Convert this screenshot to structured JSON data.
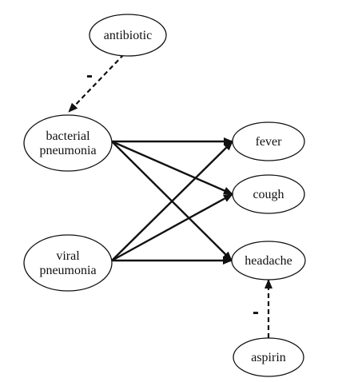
{
  "diagram": {
    "nodes": {
      "antibiotic": {
        "lines": [
          "antibiotic"
        ]
      },
      "bacterial_pneumonia": {
        "lines": [
          "bacterial",
          "pneumonia"
        ]
      },
      "viral_pneumonia": {
        "lines": [
          "viral",
          "pneumonia"
        ]
      },
      "fever": {
        "lines": [
          "fever"
        ]
      },
      "cough": {
        "lines": [
          "cough"
        ]
      },
      "headache": {
        "lines": [
          "headache"
        ]
      },
      "aspirin": {
        "lines": [
          "aspirin"
        ]
      }
    },
    "edges": [
      {
        "from": "antibiotic",
        "to": "bacterial_pneumonia",
        "style": "dashed",
        "sign": "-"
      },
      {
        "from": "bacterial_pneumonia",
        "to": "fever",
        "style": "solid"
      },
      {
        "from": "bacterial_pneumonia",
        "to": "cough",
        "style": "solid"
      },
      {
        "from": "bacterial_pneumonia",
        "to": "headache",
        "style": "solid"
      },
      {
        "from": "viral_pneumonia",
        "to": "fever",
        "style": "solid"
      },
      {
        "from": "viral_pneumonia",
        "to": "cough",
        "style": "solid"
      },
      {
        "from": "viral_pneumonia",
        "to": "headache",
        "style": "solid"
      },
      {
        "from": "aspirin",
        "to": "headache",
        "style": "dashed",
        "sign": "-"
      }
    ]
  }
}
